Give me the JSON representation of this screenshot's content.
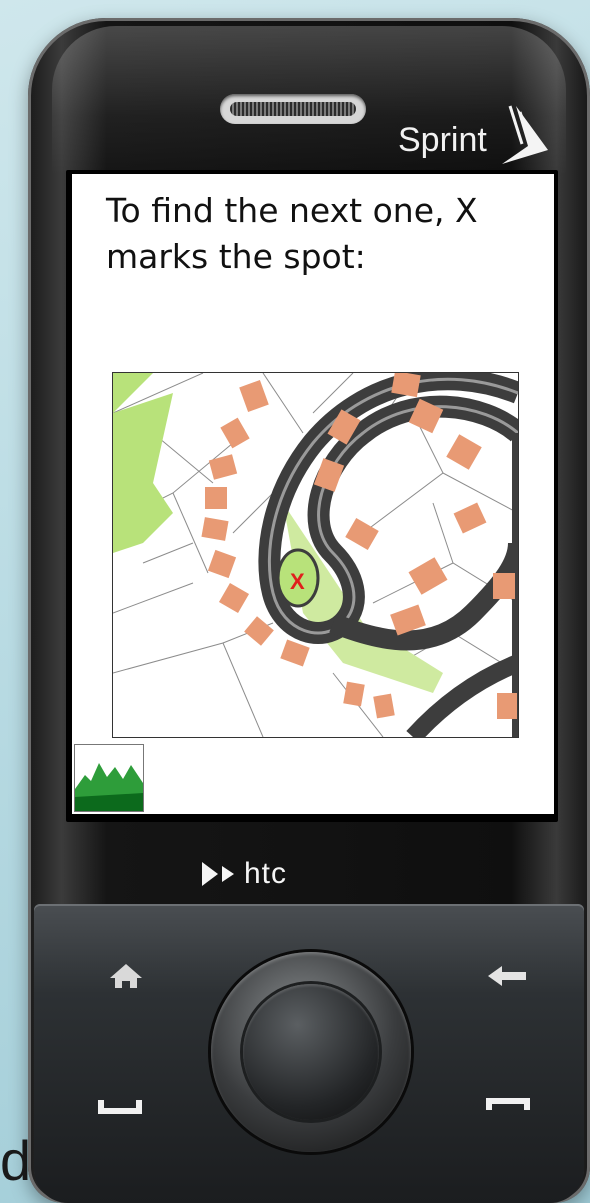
{
  "phone": {
    "carrier_label": "Sprint",
    "brand_label": "htc"
  },
  "screen": {
    "clue_text": "To find the next one, X marks the spot:",
    "map_marker_label": "X"
  },
  "side_text": "d",
  "colors": {
    "background": "#b9dbe3",
    "phone_body": "#151515",
    "house": "#e89a74",
    "road": "#3d3d3d",
    "green_space": "#b8e27a",
    "marker": "#e0201c"
  },
  "icons": {
    "home": "home-icon",
    "back": "back-arrow-icon",
    "call": "call-icon",
    "end_call": "end-call-icon",
    "thumbnail": "mountain-image-icon"
  }
}
